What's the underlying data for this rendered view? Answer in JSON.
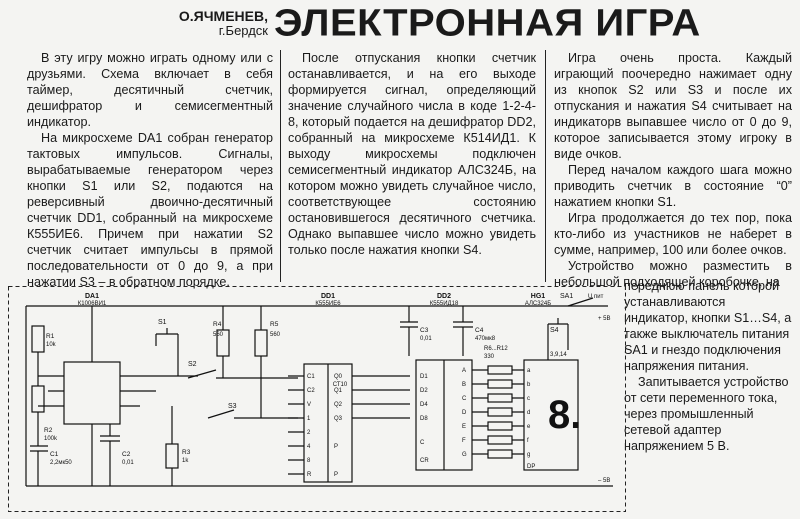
{
  "header": {
    "author": "О.ЯЧМЕНЕВ,",
    "city": "г.Бердск",
    "title": "ЭЛЕКТРОННАЯ ИГРА"
  },
  "columns": {
    "c1": [
      "В эту игру можно играть одному или с друзьями. Схема включает в себя таймер, десятичный счетчик, дешифратор и семисегментный индикатор.",
      "На микросхеме DA1 собран генератор тактовых импульсов. Сигналы, вырабатываемые генератором через кнопки S1 или S2, подаются на реверсивный двоично-десятичный счетчик DD1, собранный на микросхеме К555ИЕ6. Причем при нажатии S2 счетчик считает импульсы в прямой последовательности от 0 до 9, а при нажатии S3 – в обратном порядке."
    ],
    "c2": [
      "После отпускания кнопки счетчик останавливается, и на его выходе формируется сигнал, определяющий значение случайного числа в коде 1-2-4-8, который подается на дешифратор DD2, собранный на микросхеме К514ИД1. К выходу микросхемы подключен семисегментный индикатор АЛС324Б, на котором можно увидеть случайное число, соответствующее состоянию остановившегося десятичного счетчика. Однако выпавшее число можно увидеть только после нажатия кнопки S4."
    ],
    "c3": [
      "Игра очень проста. Каждый играющий поочередно нажимает одну из кнопок S2 или S3 и после их отпускания и нажатия S4 считывает на индикаторв выпавшее число от 0 до 9, которое записывается этому игроку в виде очков.",
      "Перед началом каждого шага можно приводить счетчик в состояние “0” нажатием кнопки S1.",
      "Игра продолжается до тех пор, пока кто-либо из участников не наберет в сумме, например, 100 или более очков.",
      "Устройство можно разместить в небольшой подходящей коробочке, на"
    ],
    "c4": [
      "переднюю панель которой устанавливаются индикатор, кнопки S1…S4, а также выключатель питания SA1 и гнездо подключения напряжения питания.",
      "Запитывается устройство от сети переменного тока, через промышленный сетевой адаптер напряжением 5 В."
    ]
  },
  "schematic": {
    "chips": {
      "da1": {
        "ref": "DA1",
        "part": "К1006ВИ1"
      },
      "dd1": {
        "ref": "DD1",
        "part": "К555ИЕ6",
        "func": "СТ10"
      },
      "dd2": {
        "ref": "DD2",
        "part": "К555ИД18"
      },
      "hg1": {
        "ref": "HG1",
        "part": "АЛС324Б"
      }
    },
    "components": {
      "r1": "R1",
      "r1v": "10k",
      "r2": "R2",
      "r2v": "100k",
      "r3": "R3",
      "r3v": "1k",
      "r4": "R4",
      "r4v": "560",
      "r5": "R5",
      "r5v": "560",
      "r6": "R6...R12",
      "r6v": "330",
      "c1": "C1",
      "c1v": "2,2мк50",
      "c2": "C2",
      "c2v": "0,01",
      "c3": "C3",
      "c3v": "0,01",
      "c4": "C4",
      "c4v": "470мк8",
      "s1": "S1",
      "s2": "S2",
      "s3": "S3",
      "s4": "S4",
      "sa1": "SA1",
      "upit": "U пит",
      "plus5": "+ 5В",
      "minus5": "– 5В",
      "pins_hg": "3,9,14"
    },
    "pins": {
      "dd1_left": [
        "C1",
        "C2",
        "V",
        "1",
        "2",
        "4",
        "8",
        "R"
      ],
      "dd1_right": [
        "Q0",
        "Q1",
        "Q2",
        "Q3",
        "P",
        "P"
      ],
      "dd2_left": [
        "D1",
        "D2",
        "D4",
        "D8",
        "C",
        "CR"
      ],
      "dd2_right": [
        "A",
        "B",
        "C",
        "D",
        "E",
        "F",
        "G"
      ],
      "hg_left": [
        "a",
        "b",
        "c",
        "d",
        "e",
        "f",
        "g",
        "DP"
      ],
      "digit": "8."
    }
  }
}
